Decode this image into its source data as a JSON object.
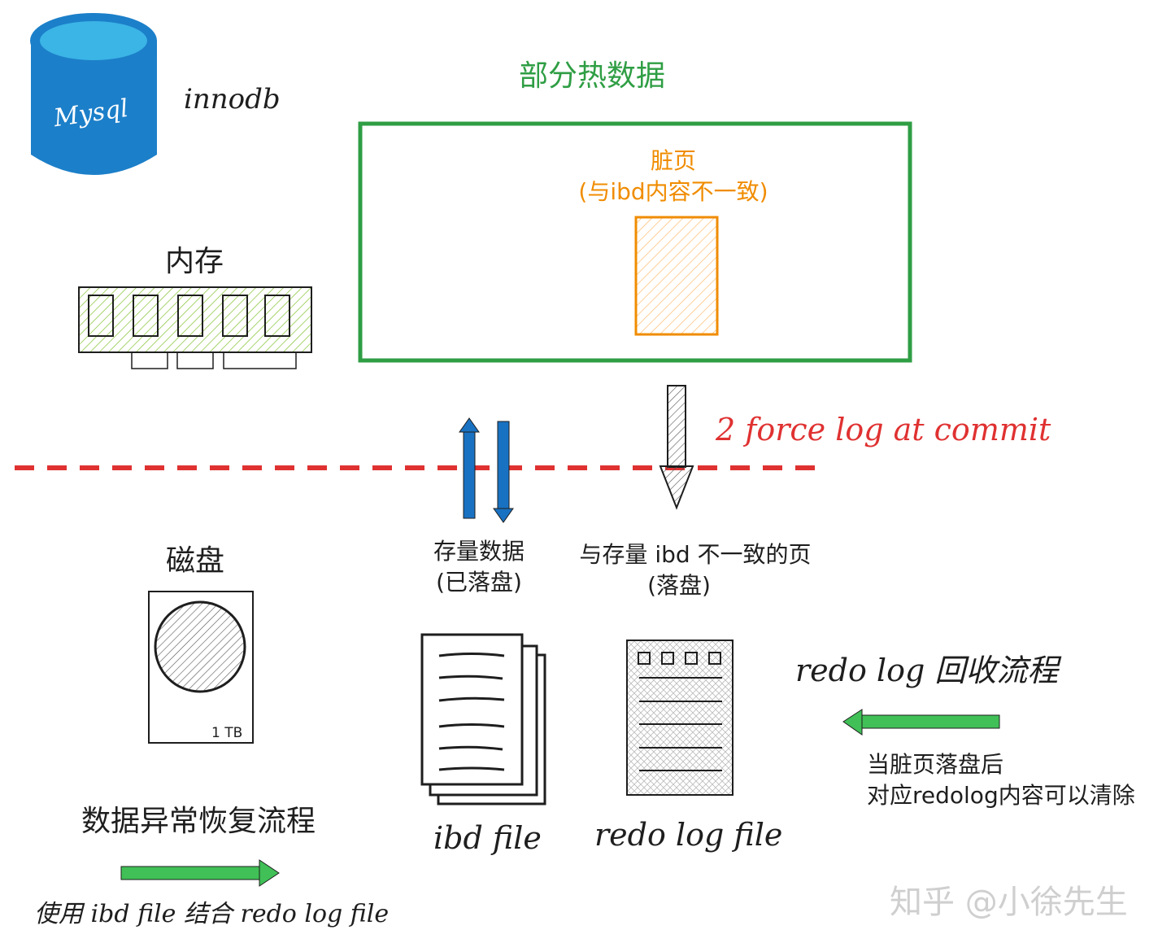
{
  "colors": {
    "green": "#2f9e44",
    "orange": "#f08c00",
    "red": "#e03131",
    "blue": "#1971c2",
    "cylinder_blue": "#1c7fc9",
    "cylinder_cyan": "#3bb4e6",
    "ink": "#1e1e1e",
    "watermark": "#cfcfcf"
  },
  "header": {
    "mysql_label": "Mysql",
    "innodb_label": "innodb"
  },
  "memory": {
    "label": "内存",
    "hot_data_title": "部分热数据",
    "dirty_page_title": "脏页",
    "dirty_page_note": "(与ibd内容不一致)"
  },
  "disk": {
    "label": "磁盘",
    "capacity": "1 TB"
  },
  "commit_label": "2 force log at commit",
  "stored_data": {
    "line1": "存量数据",
    "line2": "(已落盘)"
  },
  "inconsistent_page": {
    "line1": "与存量 ibd 不一致的页",
    "line2": "(落盘)"
  },
  "files": {
    "ibd": "ibd file",
    "redo": "redo log file"
  },
  "recovery": {
    "title": "数据异常恢复流程",
    "note": "使用 ibd file 结合 redo log file"
  },
  "recycle": {
    "title": "redo log 回收流程",
    "note_line1": "当脏页落盘后",
    "note_line2": "对应redolog内容可以清除"
  },
  "watermark": "知乎 @小徐先生"
}
